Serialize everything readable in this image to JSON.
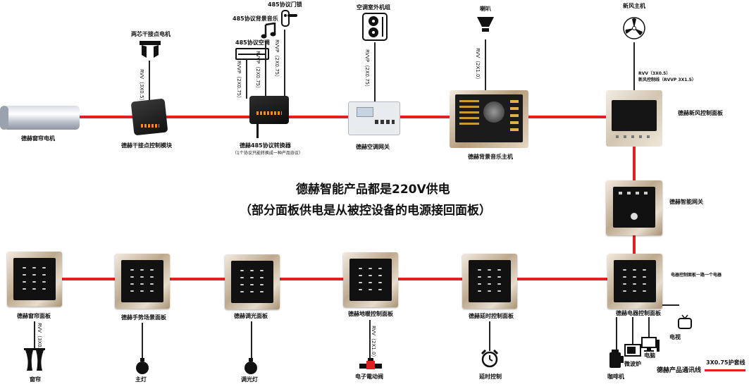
{
  "title_line1": "德赫智能产品都是220V供电",
  "title_line2": "（部分面板供电是从被控设备的电源接回面板）",
  "devices": {
    "curtain_motor": "德赫窗帘电机",
    "relay_module": "德赫干接点控制模块",
    "two_way_motor": "两芯干接点电机",
    "rs485_converter": "德赫485协议转换器",
    "rs485_converter_note": "（1个协议只能转换成一种产品协议）",
    "rs485_ac": "485协议空调",
    "rs485_music": "485协议背景音乐",
    "rs485_lock": "485协议门锁",
    "ac_outdoor": "空调室外机组",
    "ac_gateway": "德赫空调网关",
    "speaker": "喇叭",
    "music_host": "德赫背景音乐主机",
    "fresh_air_host": "新风主机",
    "fresh_air_panel": "德赫新风控制面板",
    "smart_gateway": "德赫智能网关",
    "appliance_panel": "德赫电器控制面板",
    "curtain_panel": "德赫窗帘面板",
    "scene_panel": "德赫手势场景面板",
    "dimmer_panel": "德赫调光面板",
    "floor_heat_panel": "德赫地暖控制面板",
    "timer_panel": "德赫延时控制面板"
  },
  "loads": {
    "curtain": "窗帘",
    "main_light": "主灯",
    "dim_light": "调光灯",
    "valve": "电子電动阀",
    "timer": "延时控制",
    "kettle": "咖啡机",
    "microwave": "微波炉",
    "computer": "电脑",
    "tv": "电视"
  },
  "wire_labels": {
    "relay": "RVV（3X0.5）",
    "conv_ac": "RVVP（2X0.75）",
    "conv_music": "RVVP（2X0.75）",
    "conv_lock": "RVVP（2X0.75）",
    "ac_gateway": "RVVP（2X0.75）",
    "speaker": "RVV（2X1.0）",
    "fresh_air": "RVV（3X0.5）",
    "curtain": "RVV（3X0.5）",
    "floor": "RVV（2X1.0）"
  },
  "notes": {
    "fresh_air": "新风控制线（RVVP 3X1.5）",
    "appliance": "电器控制面板一路一个电器"
  },
  "legend": {
    "cable": "3X0.75护套线",
    "bus": "德赫产品通讯线"
  }
}
